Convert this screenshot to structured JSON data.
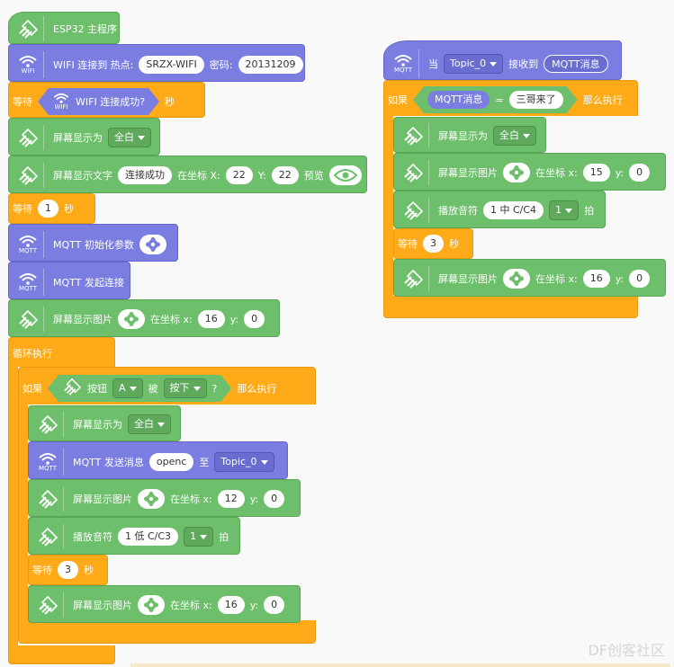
{
  "main_program": {
    "hat_label": "ESP32 主程序",
    "wifi_connect": {
      "label": "WIFI 连接到 热点:",
      "ssid": "SRZX-WIFI",
      "pwd_label": "密码:",
      "pwd": "20131209",
      "icon_label": "WIFI"
    },
    "wait_until": {
      "label": "等待",
      "cond": "WIFI 连接成功?",
      "suffix": "秒",
      "icon_label": "WIFI"
    },
    "screen_show_as_1": {
      "label": "屏幕显示为",
      "value": "全白"
    },
    "screen_text": {
      "label": "屏幕显示文字",
      "text": "连接成功",
      "at": "在坐标 X:",
      "x": "22",
      "ylabel": "Y:",
      "y": "22",
      "preview": "预览"
    },
    "wait_1": {
      "label": "等待",
      "value": "1",
      "suffix": "秒"
    },
    "mqtt_init": {
      "label": "MQTT 初始化参数",
      "icon_label": "MQTT"
    },
    "mqtt_connect": {
      "label": "MQTT 发起连接",
      "icon_label": "MQTT"
    },
    "show_image_1": {
      "label": "屏幕显示图片",
      "at": "在坐标 x:",
      "x": "16",
      "ylabel": "y:",
      "y": "0"
    },
    "loop_label": "循环执行",
    "if_block": {
      "if_label": "如果",
      "button_label": "按钮",
      "button_value": "A",
      "pressed_label": "被",
      "pressed_value": "按下",
      "q": "?",
      "then_label": "那么执行",
      "screen_show_as": {
        "label": "屏幕显示为",
        "value": "全白"
      },
      "mqtt_send": {
        "label": "MQTT 发送消息",
        "msg": "openc",
        "to": "至",
        "topic": "Topic_0",
        "icon_label": "MQTT"
      },
      "show_image_a": {
        "label": "屏幕显示图片",
        "at": "在坐标 x:",
        "x": "12",
        "ylabel": "y:",
        "y": "0"
      },
      "play_tone": {
        "label": "播放音符",
        "note": "1 低 C/C3",
        "beat": "1",
        "suffix": "拍"
      },
      "wait_3": {
        "label": "等待",
        "value": "3",
        "suffix": "秒"
      },
      "show_image_b": {
        "label": "屏幕显示图片",
        "at": "在坐标 x:",
        "x": "16",
        "ylabel": "y:",
        "y": "0"
      }
    }
  },
  "mqtt_event": {
    "when": "当",
    "topic": "Topic_0",
    "received": "接收到",
    "msg_var": "MQTT消息",
    "icon_label": "MQTT",
    "if_label": "如果",
    "cond_var": "MQTT消息",
    "eq": "=",
    "cond_value": "三哥来了",
    "then_label": "那么执行",
    "screen_show_as": {
      "label": "屏幕显示为",
      "value": "全白"
    },
    "show_image_a": {
      "label": "屏幕显示图片",
      "at": "在坐标 x:",
      "x": "15",
      "ylabel": "y:",
      "y": "0"
    },
    "play_tone": {
      "label": "播放音符",
      "note": "1 中 C/C4",
      "beat": "1",
      "suffix": "拍"
    },
    "wait_3": {
      "label": "等待",
      "value": "3",
      "suffix": "秒"
    },
    "show_image_b": {
      "label": "屏幕显示图片",
      "at": "在坐标 x:",
      "x": "16",
      "ylabel": "y:",
      "y": "0"
    }
  },
  "watermark": "DF创客社区",
  "colors": {
    "looks_green": "#6ebf6b",
    "mqtt_blue": "#7b7ee0",
    "control_orange": "#ffab19"
  }
}
